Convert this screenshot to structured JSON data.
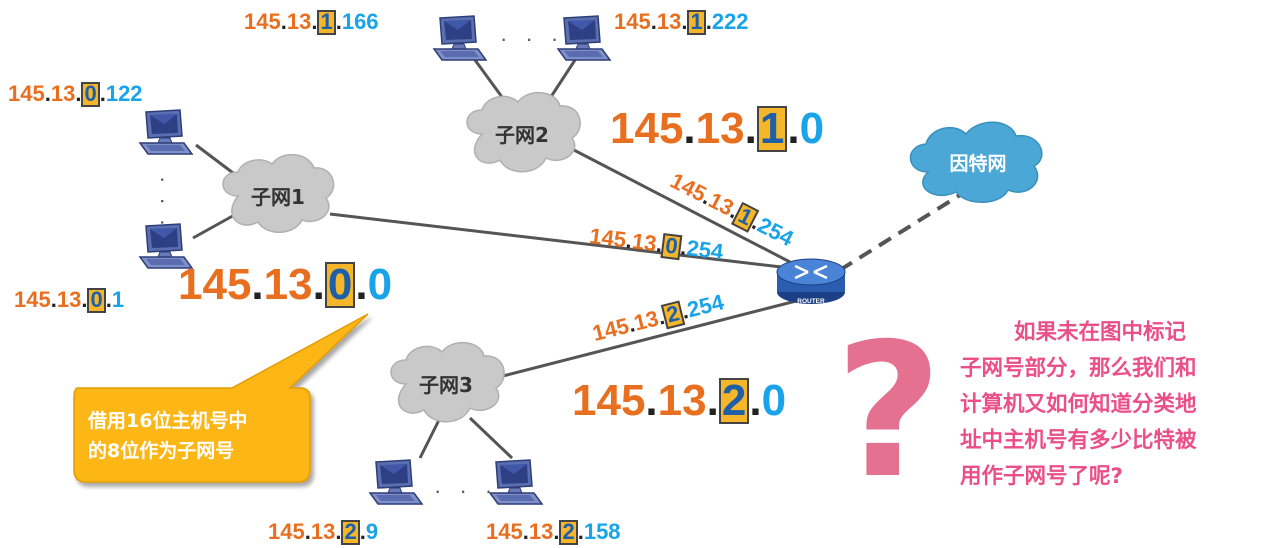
{
  "colors": {
    "network_prefix": "#e86f1f",
    "host_part": "#19a3e8",
    "subnet_box": "#f5b62a",
    "subnet_digit": "#1e5fa8",
    "cloud_gray": "#c9c9c9",
    "internet_cloud": "#4aa7d6",
    "callout": "#fcb614",
    "question": "#ea4f86"
  },
  "clouds": {
    "subnet1": "子网1",
    "subnet2": "子网2",
    "subnet3": "子网3",
    "internet": "因特网"
  },
  "router": {
    "label": "ROUTER",
    "icon": "router-icon"
  },
  "hosts": {
    "s1_top": {
      "net": "145",
      "net2": "13",
      "sub": "0",
      "host": "122"
    },
    "s1_bottom": {
      "net": "145",
      "net2": "13",
      "sub": "0",
      "host": "1"
    },
    "s2_left": {
      "net": "145",
      "net2": "13",
      "sub": "1",
      "host": "166"
    },
    "s2_right": {
      "net": "145",
      "net2": "13",
      "sub": "1",
      "host": "222"
    },
    "s3_left": {
      "net": "145",
      "net2": "13",
      "sub": "2",
      "host": "9"
    },
    "s3_right": {
      "net": "145",
      "net2": "13",
      "sub": "2",
      "host": "158"
    }
  },
  "networks": {
    "n1": {
      "net": "145",
      "net2": "13",
      "sub": "0",
      "host": "0"
    },
    "n2": {
      "net": "145",
      "net2": "13",
      "sub": "1",
      "host": "0"
    },
    "n3": {
      "net": "145",
      "net2": "13",
      "sub": "2",
      "host": "0"
    }
  },
  "router_ports": {
    "p1": {
      "net": "145",
      "net2": "13",
      "sub": "1",
      "host": "254"
    },
    "p0": {
      "net": "145",
      "net2": "13",
      "sub": "0",
      "host": "254"
    },
    "p2": {
      "net": "145",
      "net2": "13",
      "sub": "2",
      "host": "254"
    }
  },
  "dot": ".",
  "ellipsis": "· · ·",
  "callout": {
    "line1": "借用16位主机号中",
    "line2": "的8位作为子网号"
  },
  "question": {
    "mark": "?",
    "line1": "如果未在图中标记",
    "line2": "子网号部分，那么我们和",
    "line3": "计算机又如何知道分类地",
    "line4": "址中主机号有多少比特被",
    "line5": "用作子网号了呢?"
  }
}
